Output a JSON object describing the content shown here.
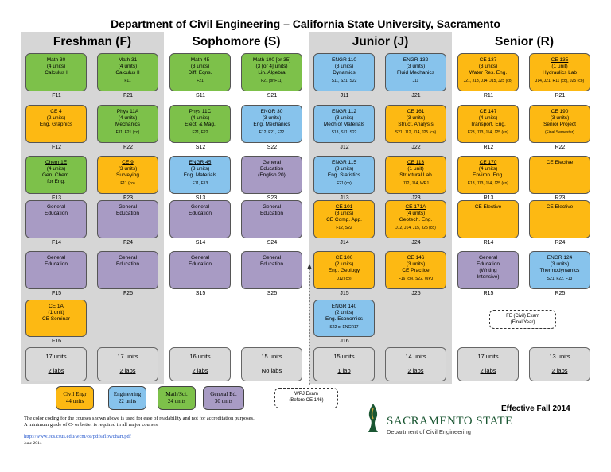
{
  "title": "Department of Civil Engineering – California State University, Sacramento",
  "years": [
    "Freshman (F)",
    "Sophomore (S)",
    "Junior (J)",
    "Senior (R)"
  ],
  "colors": {
    "civil": "#fdb913",
    "engineering": "#87c3ec",
    "math_sci": "#7dc14a",
    "gen_ed": "#a89bc4",
    "column_bg": "#d6d6d6"
  },
  "courses": [
    {
      "code": "F11",
      "color": "g",
      "lines": [
        "Math 30",
        "(4 units)",
        "Calculus I"
      ],
      "pre": ""
    },
    {
      "code": "F21",
      "color": "g",
      "lines": [
        "Math 31",
        "(4 units)",
        "Calculus II"
      ],
      "pre": "F11"
    },
    {
      "code": "S11",
      "color": "g",
      "lines": [
        "Math 45",
        "(3 units)",
        "Diff. Eqns."
      ],
      "pre": "F21"
    },
    {
      "code": "S21",
      "color": "g",
      "lines": [
        "Math 100 [or 35]",
        "(3 [or 4] units)",
        "Lin. Algebra"
      ],
      "pre": "F21 [or F11]"
    },
    {
      "code": "J11",
      "color": "b",
      "lines": [
        "ENGR 110",
        "(3 units)",
        "Dynamics"
      ],
      "pre": "S11, S21, S22"
    },
    {
      "code": "J21",
      "color": "b",
      "lines": [
        "ENGR 132",
        "(3 units)",
        "Fluid Mechanics"
      ],
      "pre": "J11"
    },
    {
      "code": "R11",
      "color": "o",
      "lines": [
        "CE 137",
        "(3 units)",
        "Water Res. Eng."
      ],
      "pre": "J21, J13, J14, J15, J25 (co)"
    },
    {
      "code": "R21",
      "color": "o",
      "lines": [
        "CE 135",
        "(1 unit)",
        "Hydraulics Lab"
      ],
      "pre": "J14, J21, R11 (co), J25 (co)",
      "u": true
    },
    {
      "code": "F12",
      "color": "o",
      "lines": [
        "CE 4",
        "(2 units)",
        "Eng. Graphics"
      ],
      "pre": "",
      "u": true
    },
    {
      "code": "F22",
      "color": "g",
      "lines": [
        "Phys 11A",
        "(4 units)",
        "Mechanics"
      ],
      "pre": "F11, F21 (co)",
      "u": true
    },
    {
      "code": "S12",
      "color": "g",
      "lines": [
        "Phys 11C",
        "(4 units)",
        "Elect. & Mag."
      ],
      "pre": "F21, F22",
      "u": true
    },
    {
      "code": "S22",
      "color": "b",
      "lines": [
        "ENGR 30",
        "(3 units)",
        "Eng. Mechanics"
      ],
      "pre": "F12, F21, F22"
    },
    {
      "code": "J12",
      "color": "b",
      "lines": [
        "ENGR 112",
        "(3 units)",
        "Mech of Materials"
      ],
      "pre": "S13, S11, S22"
    },
    {
      "code": "J22",
      "color": "o",
      "lines": [
        "CE 161",
        "(3 units)",
        "Struct. Analysis"
      ],
      "pre": "S21, J12, J14, J25 (co)"
    },
    {
      "code": "R12",
      "color": "o",
      "lines": [
        "CE 147",
        "(4 units)",
        "Transport. Eng."
      ],
      "pre": "F23, J13, J14, J25 (co)",
      "u": true
    },
    {
      "code": "R22",
      "color": "o",
      "lines": [
        "CE 190",
        "(3 units)",
        "Senior Project"
      ],
      "pre": "(Final Semester)",
      "u": true
    },
    {
      "code": "F13",
      "color": "g",
      "lines": [
        "Chem 1E",
        "(4 units)",
        "Gen. Chem.",
        "for Eng."
      ],
      "pre": "",
      "u": true
    },
    {
      "code": "F23",
      "color": "o",
      "lines": [
        "CE 9",
        "(3 units)",
        "Surveying"
      ],
      "pre": "F11 (co)",
      "u": true
    },
    {
      "code": "S13",
      "color": "b",
      "lines": [
        "ENGR 45",
        "(3 units)",
        "Eng. Materials"
      ],
      "pre": "F11, F13",
      "u": true
    },
    {
      "code": "S23",
      "color": "p",
      "lines": [
        "General",
        "Education",
        "(English 20)"
      ],
      "pre": ""
    },
    {
      "code": "J13",
      "color": "b",
      "lines": [
        "ENGR 115",
        "(3 units)",
        "Eng. Statistics"
      ],
      "pre": "F21 (co)"
    },
    {
      "code": "J23",
      "color": "o",
      "lines": [
        "CE 113",
        "(1 unit)",
        "Structural Lab"
      ],
      "pre": "J12, J14, WPJ",
      "u": true
    },
    {
      "code": "R13",
      "color": "o",
      "lines": [
        "CE 170",
        "(4 units)",
        "Environ. Eng."
      ],
      "pre": "F13, J13, J14, J25 (co)",
      "u": true
    },
    {
      "code": "R23",
      "color": "o",
      "lines": [
        "CE Elective"
      ],
      "pre": ""
    },
    {
      "code": "F14",
      "color": "p",
      "lines": [
        "General",
        "Education"
      ],
      "pre": ""
    },
    {
      "code": "F24",
      "color": "p",
      "lines": [
        "General",
        "Education"
      ],
      "pre": ""
    },
    {
      "code": "S14",
      "color": "p",
      "lines": [
        "General",
        "Education"
      ],
      "pre": ""
    },
    {
      "code": "S24",
      "color": "p",
      "lines": [
        "General",
        "Education"
      ],
      "pre": ""
    },
    {
      "code": "J14",
      "color": "o",
      "lines": [
        "CE 101",
        "(3 units)",
        "CE Comp. App."
      ],
      "pre": "F12, S22",
      "u": true
    },
    {
      "code": "J24",
      "color": "o",
      "lines": [
        "CE 171A",
        "(4 units)",
        "Geotech. Eng."
      ],
      "pre": "J12, J14, J15, J25 (co)",
      "u": true
    },
    {
      "code": "R14",
      "color": "o",
      "lines": [
        "CE Elective"
      ],
      "pre": ""
    },
    {
      "code": "R24",
      "color": "o",
      "lines": [
        "CE Elective"
      ],
      "pre": ""
    },
    {
      "code": "F15",
      "color": "p",
      "lines": [
        "General",
        "Education"
      ],
      "pre": ""
    },
    {
      "code": "F25",
      "color": "p",
      "lines": [
        "General",
        "Education"
      ],
      "pre": ""
    },
    {
      "code": "S15",
      "color": "p",
      "lines": [
        "General",
        "Education"
      ],
      "pre": ""
    },
    {
      "code": "S25",
      "color": "p",
      "lines": [
        "General",
        "Education"
      ],
      "pre": ""
    },
    {
      "code": "J15",
      "color": "o",
      "lines": [
        "CE 100",
        "(2 units)",
        "Eng. Geology"
      ],
      "pre": "J12 (co)"
    },
    {
      "code": "J25",
      "color": "o",
      "lines": [
        "CE 146",
        "(3 units)",
        "CE Practice"
      ],
      "pre": "F16 (co), S22, WPJ"
    },
    {
      "code": "R15",
      "color": "p",
      "lines": [
        "General",
        "Education",
        "(Writing",
        "Intensive)"
      ],
      "pre": ""
    },
    {
      "code": "R25",
      "color": "b",
      "lines": [
        "ENGR 124",
        "(3 units)",
        "Thermodynamics"
      ],
      "pre": "S21, F22, F13"
    },
    {
      "code": "F16",
      "color": "o",
      "lines": [
        "CE 1A",
        "(1 unit)",
        "CE Seminar"
      ],
      "pre": ""
    },
    {
      "code": "J16",
      "color": "b",
      "lines": [
        "ENGR 140",
        "(2 units)",
        "Eng. Economics"
      ],
      "pre": "S22 or ENGR17"
    }
  ],
  "totals": [
    {
      "units": "17 units",
      "labs": "2 labs",
      "underline": true
    },
    {
      "units": "17 units",
      "labs": "2 labs",
      "underline": true
    },
    {
      "units": "16 units",
      "labs": "2 labs",
      "underline": true
    },
    {
      "units": "15 units",
      "labs": "No labs",
      "underline": false
    },
    {
      "units": "15 units",
      "labs": "1 lab",
      "underline": true
    },
    {
      "units": "14 units",
      "labs": "2 labs",
      "underline": true
    },
    {
      "units": "17 units",
      "labs": "2 labs",
      "underline": true
    },
    {
      "units": "13 units",
      "labs": "2 labs",
      "underline": true
    }
  ],
  "legend": [
    {
      "label": "Civil Engr",
      "units": "44 units",
      "color": "o"
    },
    {
      "label": "Engineering",
      "units": "22 units",
      "color": "b"
    },
    {
      "label": "Math/Sci.",
      "units": "24 units",
      "color": "g"
    },
    {
      "label": "General Ed.",
      "units": "30 units",
      "color": "p"
    }
  ],
  "wpj": {
    "line1": "WPJ Exam",
    "line2": "(Before CE 146)"
  },
  "fe": {
    "line1": "FE (Civil) Exam",
    "line2": "(Final Year)"
  },
  "notes": {
    "line1": "The color coding for the courses shown above is used for ease of readability and not for accreditation purposes.",
    "line2": "A minimum grade of C- or better is required in all major courses.",
    "url": "http://www.ecs.csus.edu/wcm/ce/pdfs/flowchart.pdf",
    "date": "June 2014 -"
  },
  "effective": "Effective Fall 2014",
  "logo": {
    "name": "SACRAMENTO STATE",
    "dept": "Department of Civil Engineering"
  }
}
